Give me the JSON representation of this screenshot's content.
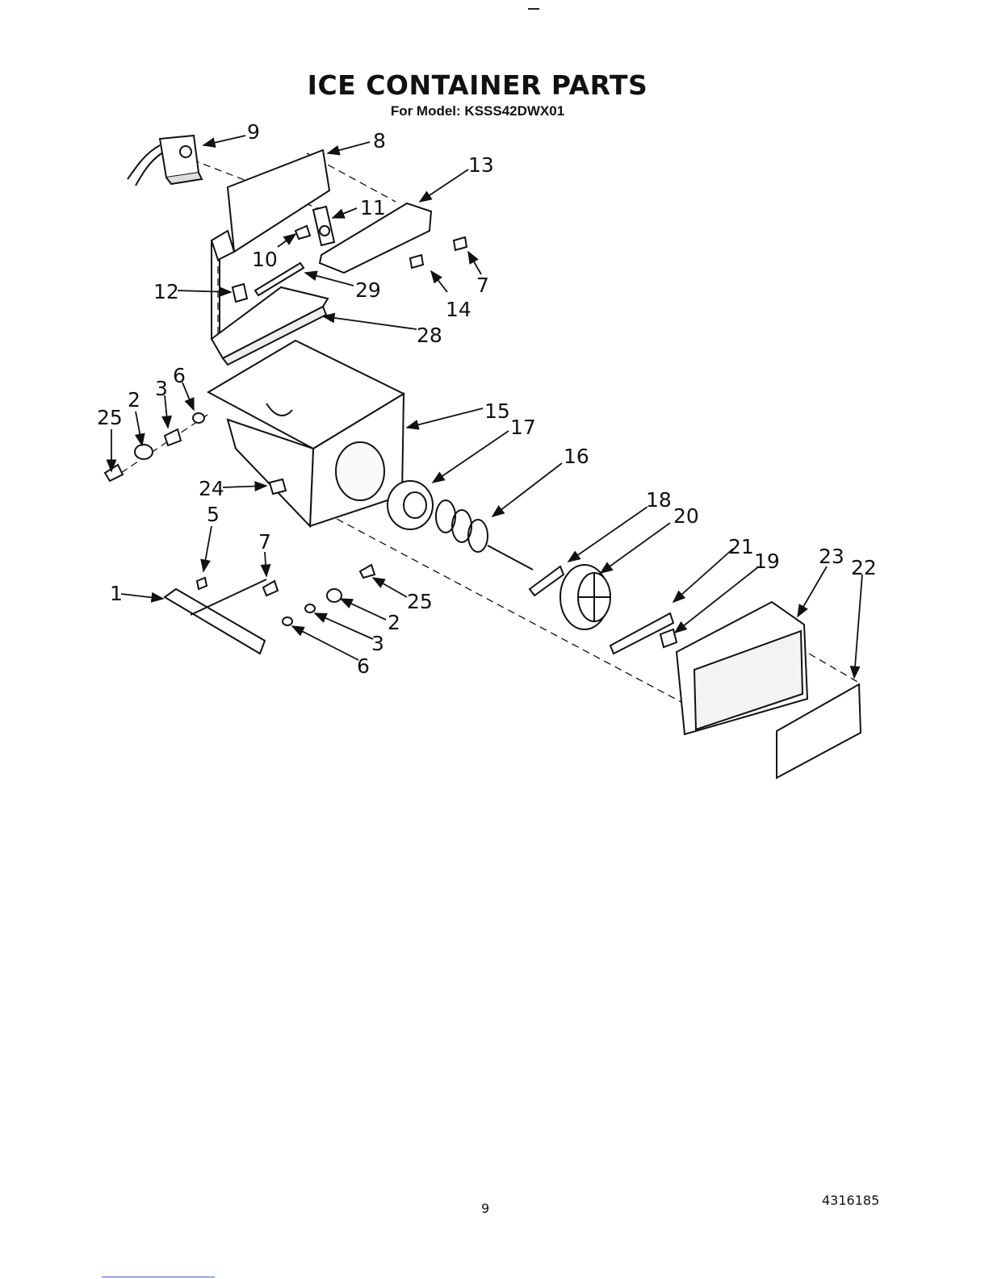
{
  "header": {
    "title": "ICE CONTAINER PARTS",
    "subtitle": "For Model: KSSS42DWX01"
  },
  "callouts": {
    "c1": "1",
    "c2a": "2",
    "c2b": "2",
    "c3a": "3",
    "c3b": "3",
    "c5": "5",
    "c6a": "6",
    "c6b": "6",
    "c7a": "7",
    "c7b": "7",
    "c8": "8",
    "c9": "9",
    "c10": "10",
    "c11": "11",
    "c12": "12",
    "c13": "13",
    "c14": "14",
    "c15": "15",
    "c16": "16",
    "c17": "17",
    "c18": "18",
    "c19": "19",
    "c20": "20",
    "c21": "21",
    "c22": "22",
    "c23": "23",
    "c24": "24",
    "c25a": "25",
    "c25b": "25",
    "c28": "28",
    "c29": "29"
  },
  "footer": {
    "page_number": "9",
    "document_number": "4316185"
  }
}
